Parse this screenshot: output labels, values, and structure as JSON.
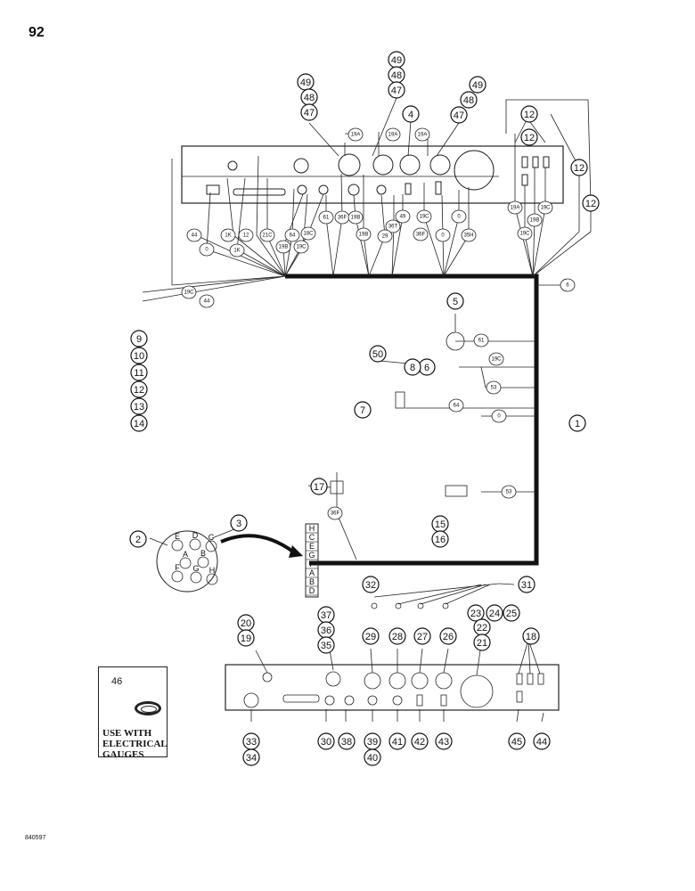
{
  "page": {
    "number": "92",
    "code": "840597"
  },
  "legend": {
    "part": "46",
    "text": "USE WITH\nELECTRICAL\nGAUGES"
  },
  "connector": {
    "pins": [
      "E",
      "D",
      "C",
      "A",
      "B",
      "F",
      "G",
      "H"
    ],
    "strip": [
      "H",
      "C",
      "E",
      "G",
      "F",
      "A",
      "B",
      "D"
    ]
  },
  "callouts": [
    "49",
    "48",
    "47",
    "49",
    "48",
    "47",
    "4",
    "49",
    "48",
    "47",
    "12",
    "12",
    "12",
    "12",
    "9",
    "10",
    "11",
    "12",
    "13",
    "14",
    "5",
    "50",
    "6",
    "8",
    "7",
    "1",
    "17",
    "15",
    "16",
    "2",
    "3",
    "32",
    "31",
    "23",
    "24",
    "25",
    "22",
    "21",
    "37",
    "36",
    "35",
    "20",
    "19",
    "29",
    "28",
    "27",
    "26",
    "18",
    "33",
    "34",
    "30",
    "38",
    "39",
    "40",
    "41",
    "42",
    "43",
    "45",
    "44"
  ],
  "wires": [
    "19A",
    "19A",
    "19A",
    "44",
    "0",
    "1K",
    "1K",
    "12",
    "21C",
    "64",
    "19B",
    "19C",
    "18C",
    "61",
    "36F",
    "19B",
    "19B",
    "36T",
    "29",
    "49",
    "19C",
    "36F",
    "0",
    "0",
    "35H",
    "19A",
    "19B",
    "19C",
    "19C",
    "19C",
    "44",
    "61",
    "19C",
    "53",
    "64",
    "0",
    "53",
    "36F",
    "6"
  ]
}
